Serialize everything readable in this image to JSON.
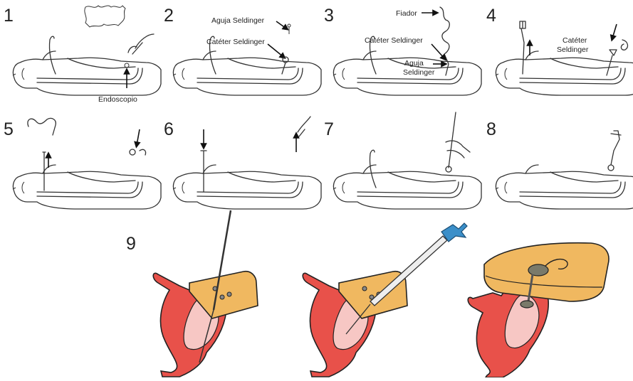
{
  "steps": [
    {
      "number": "1",
      "labels": [
        "Endoscopio"
      ]
    },
    {
      "number": "2",
      "labels": [
        "Aguja Seldinger",
        "Catéter Seldinger"
      ]
    },
    {
      "number": "3",
      "labels": [
        "Fiador",
        "Catéter Seldinger",
        "Aguja",
        "Seldinger"
      ]
    },
    {
      "number": "4",
      "labels": [
        "Catéter",
        "Seldinger"
      ]
    },
    {
      "number": "5",
      "labels": []
    },
    {
      "number": "6",
      "labels": []
    },
    {
      "number": "7",
      "labels": []
    },
    {
      "number": "8",
      "labels": []
    },
    {
      "number": "9",
      "labels": []
    }
  ],
  "colors": {
    "stomach": "#e8514a",
    "stomach_inner": "#f7c7c4",
    "abdominal_wall": "#f0b860",
    "hub": "#3b8fc9",
    "line": "#333333"
  }
}
